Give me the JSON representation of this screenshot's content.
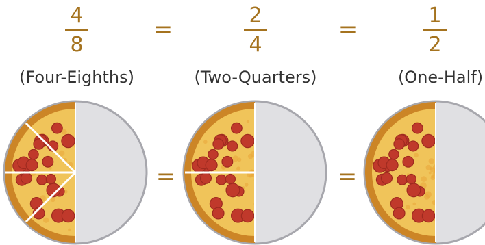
{
  "fractions": [
    {
      "numerator": "4",
      "denominator": "8",
      "caption": "(Four-Eighths)"
    },
    {
      "numerator": "2",
      "denominator": "4",
      "caption": "(Two-Quarters)"
    },
    {
      "numerator": "1",
      "denominator": "2",
      "caption": "(One-Half)"
    }
  ],
  "equals_sign": "=",
  "pizzas": [
    {
      "slices_total": 8,
      "slices_shown": 4
    },
    {
      "slices_total": 4,
      "slices_shown": 2
    },
    {
      "slices_total": 2,
      "slices_shown": 1
    }
  ],
  "colors": {
    "fraction_text": "#a5731f",
    "caption_text": "#333333",
    "plate_fill": "#e0e0e3",
    "plate_rim": "#a7a7ad",
    "crust": "#cc8526",
    "cheese": "#f0c45a",
    "pepperoni": "#c0392b"
  }
}
